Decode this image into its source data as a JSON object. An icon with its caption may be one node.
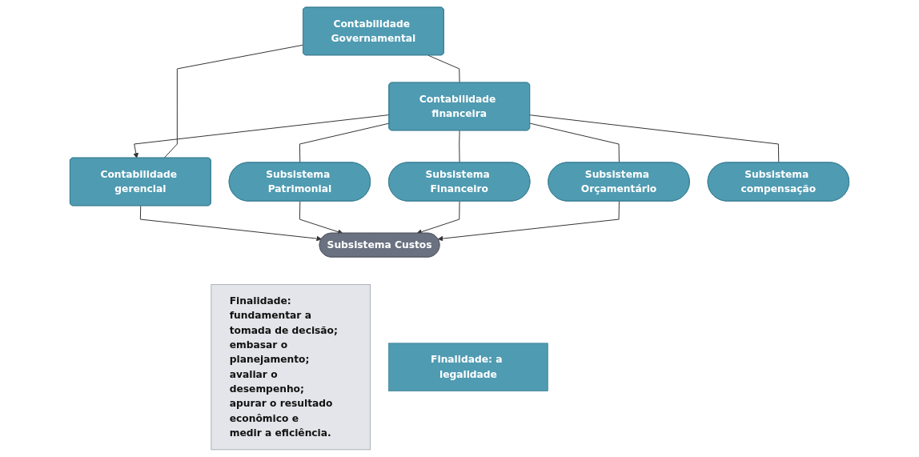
{
  "diagram": {
    "nodes": [
      {
        "text": [
          "Contabilidade Governamental"
        ]
      },
      {
        "text": [
          "Contabilidade financeira"
        ]
      },
      {
        "text": [
          "Contabilidade gerencial"
        ]
      },
      {
        "text": [
          "Subsistema Orçamentário"
        ]
      },
      {
        "text": [
          "Subsistema Financeiro"
        ]
      },
      {
        "text": [
          "Subsistema Patrimonial"
        ]
      },
      {
        "text": [
          "Subsistema compensação"
        ]
      },
      {
        "text": [
          "Subsistema Custos"
        ]
      },
      {
        "text": [
          "Finalidade:",
          "fundamentar a tomada de decisão;",
          "embasar o planejamento;",
          "avaliar o desempenho;",
          "apurar o resultado econômico e",
          "medir a eficiência."
        ]
      },
      {
        "text": [
          "Finalidade: a legalidade"
        ]
      }
    ],
    "edges": [
      {
        "from": 0,
        "to": 1,
        "arrow": "none"
      },
      {
        "from": 0,
        "to": 2,
        "arrow": "none"
      },
      {
        "from": 1,
        "to": 2,
        "arrow": "to"
      },
      {
        "from": 1,
        "to": 3,
        "arrow": "none"
      },
      {
        "from": 1,
        "to": 4,
        "arrow": "none"
      },
      {
        "from": 1,
        "to": 5,
        "arrow": "none"
      },
      {
        "from": 1,
        "to": 6,
        "arrow": "none"
      },
      {
        "from": 3,
        "to": 7,
        "arrow": "to"
      },
      {
        "from": 4,
        "to": 7,
        "arrow": "to"
      },
      {
        "from": 5,
        "to": 7,
        "arrow": "to"
      },
      {
        "from": 2,
        "to": 7,
        "arrow": "to"
      }
    ]
  }
}
